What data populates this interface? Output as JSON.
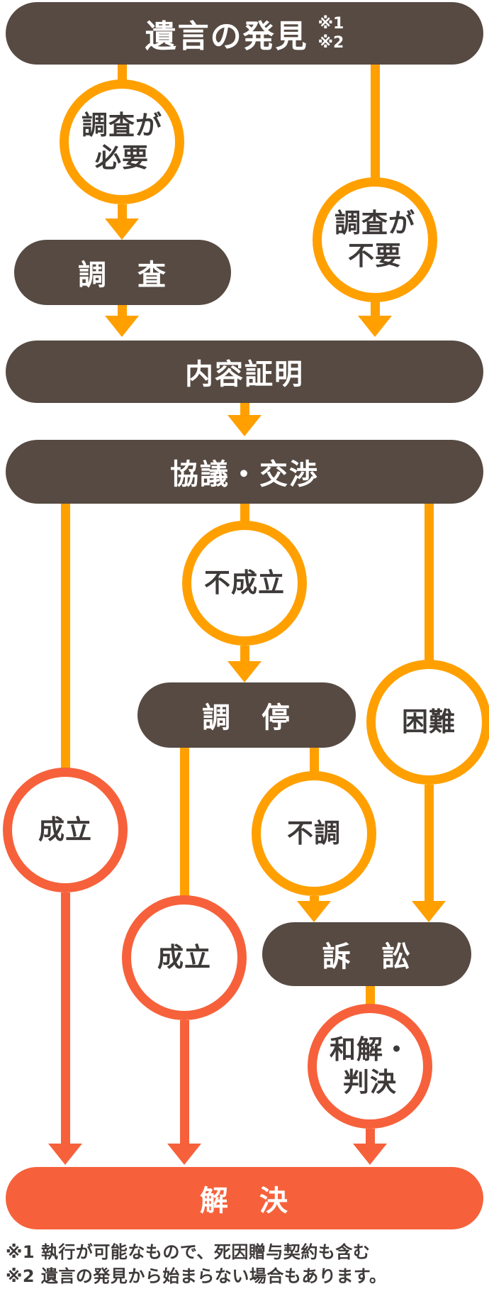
{
  "title_bar": {
    "label": "遺言の発見",
    "note1": "※1",
    "note2": "※2"
  },
  "bars": {
    "chousa": "調　査",
    "naiyou": "内容証明",
    "kyougi": "協議・交渉",
    "choutei": "調　停",
    "soshou": "訴　訟",
    "kaiketsu": "解　決"
  },
  "circles": {
    "need": {
      "line1": "調査が",
      "line2": "必要"
    },
    "noneed": {
      "line1": "調査が",
      "line2": "不要"
    },
    "fuseiritsu": {
      "line1": "不成立"
    },
    "konnan": {
      "line1": "困難"
    },
    "seiritsu_left": {
      "line1": "成立"
    },
    "fuchou": {
      "line1": "不調"
    },
    "seiritsu_mid": {
      "line1": "成立"
    },
    "wakai": {
      "line1": "和解・",
      "line2": "判決"
    }
  },
  "footnotes": [
    "※1 執行が可能なもので、死因贈与契約も含む",
    "※2 遺言の発見から始まらない場合もあります。"
  ],
  "colors": {
    "bar_brown": "#564A42",
    "flow_orange": "#FFA000",
    "result_red": "#F6613B",
    "text_dark": "#3E3A39"
  }
}
